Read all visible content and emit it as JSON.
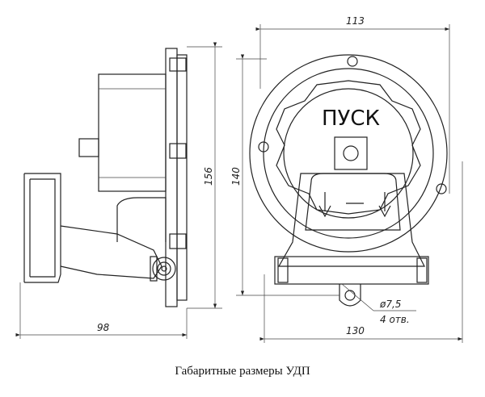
{
  "dimensions": {
    "width_top": "113",
    "height_side": "156",
    "height_front": "140",
    "depth_bottom": "98",
    "width_bottom": "130",
    "hole_diameter": "ø7,5",
    "hole_count": "4 отв."
  },
  "front_label": "ПУСК",
  "caption": "Габаритные размеры УДП"
}
